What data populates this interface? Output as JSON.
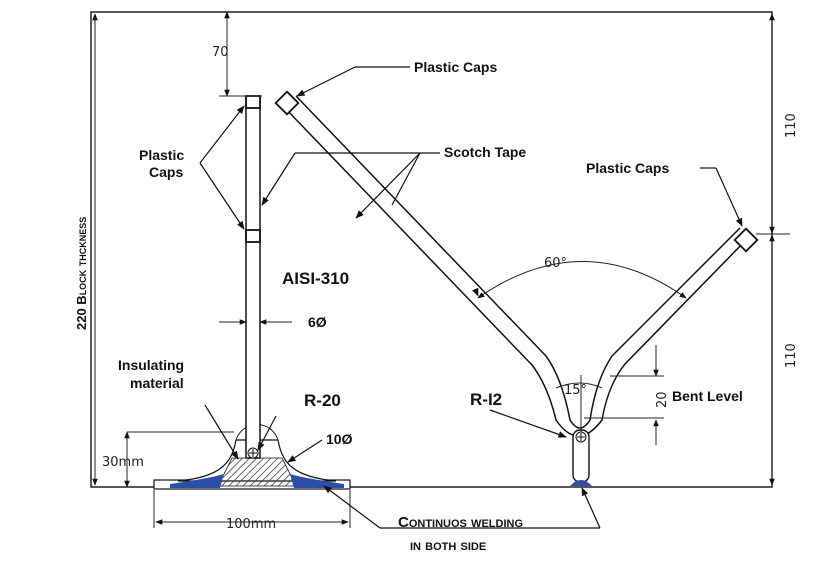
{
  "labels": {
    "plastic_caps_top": "Plastic Caps",
    "plastic_caps_left_1": "Plastic",
    "plastic_caps_left_2": "Caps",
    "scotch_tape": "Scotch Tape",
    "plastic_caps_right": "Plastic Caps",
    "aisi": "AISI-310",
    "diameter_6": "6Ø",
    "insulating_1": "Insulating",
    "insulating_2": "material",
    "r20": "R-20",
    "diameter_10": "10Ø",
    "block_thickness": "220 Block thckness",
    "r12": "R-I2",
    "bent_level": "Bent Level",
    "welding_1": "Continuos welding",
    "welding_2": "in both side"
  },
  "dimensions": {
    "d70": "70",
    "d110_top": "110",
    "d110_bottom": "110",
    "d30mm": "30mm",
    "d100mm": "100mm",
    "angle60": "60°",
    "angle15": "15°",
    "d20": "20"
  },
  "colors": {
    "line": "#111111",
    "weld": "#2e4fa8",
    "hatch": "#444444"
  }
}
